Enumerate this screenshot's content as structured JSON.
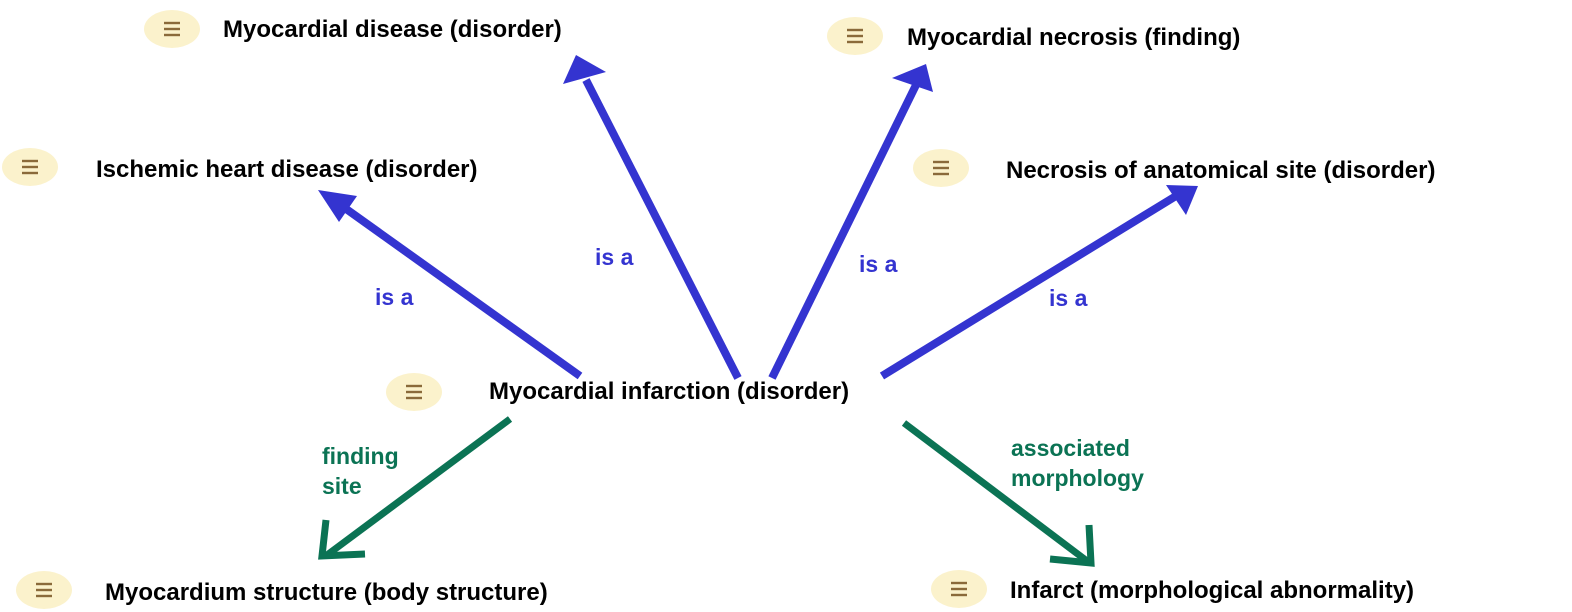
{
  "colors": {
    "is_a": "#3434d0",
    "attribute": "#0b7354",
    "node_text": "#000000",
    "icon_fill": "#fbf2cc",
    "icon_glyph": "#8a6a3a"
  },
  "icon_name": "concept-list-icon",
  "nodes": {
    "center": {
      "label": "Myocardial infarction (disorder)"
    },
    "parent_myocardial_disease": {
      "label": "Myocardial disease (disorder)"
    },
    "parent_myocardial_necrosis": {
      "label": "Myocardial necrosis (finding)"
    },
    "parent_ischemic_heart_disease": {
      "label": "Ischemic heart disease (disorder)"
    },
    "parent_necrosis_anatomical_site": {
      "label": "Necrosis of anatomical site (disorder)"
    },
    "finding_site_target": {
      "label": "Myocardium structure (body structure)"
    },
    "morphology_target": {
      "label": "Infarct (morphological abnormality)"
    }
  },
  "relations": {
    "is_a": "is a",
    "finding_site": [
      "finding",
      "site"
    ],
    "associated_morphology": [
      "associated",
      "morphology"
    ]
  }
}
